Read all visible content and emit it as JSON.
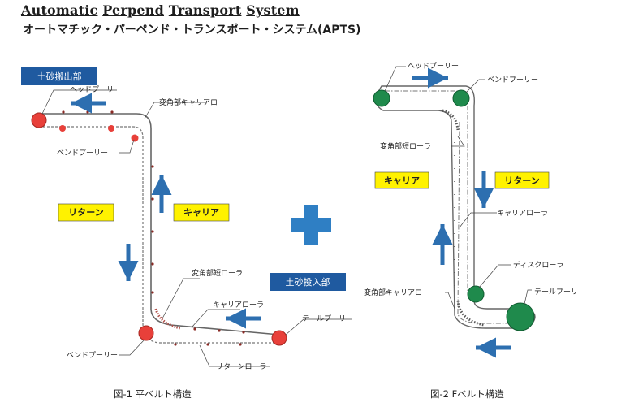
{
  "title": {
    "en_word1": "Automatic",
    "en_word2": "Perpend",
    "en_word3": "Transport",
    "en_word4": "System",
    "jp": "オートマチック・パーペンド・トランスポート・システム(APTS)"
  },
  "fig1": {
    "tag_discharge": "土砂搬出部",
    "tag_input": "土砂投入部",
    "head_pulley": "ヘッドプーリー",
    "turn_carrier_roller": "変角部キャリアロー",
    "bend_pulley_top": "ベンドプーリー",
    "return_box": "リターン",
    "carrier_box": "キャリア",
    "turn_short_roller": "変角部短ローラ",
    "carrier_roller": "キャリアローラ",
    "tail_pulley": "テールプーリ",
    "bend_pulley_bottom": "ベンドプーリー",
    "return_roller": "リターンローラ",
    "caption": "図-1  平ベルト構造"
  },
  "fig2": {
    "head_pulley": "ヘッドプーリー",
    "bend_pulley": "ベンドプーリー",
    "turn_short_roller": "変角部短ローラ",
    "carrier_box": "キャリア",
    "return_box": "リターン",
    "carrier_roller": "キャリアローラ",
    "disc_roller": "ディスクローラ",
    "tail_pulley": "テールプーリ",
    "turn_carrier_roller": "変角部キャリアロー",
    "caption": "図-2  Fベルト構造"
  },
  "colors": {
    "red_pulley": "#e8403a",
    "green_pulley": "#1f8a4c",
    "arrow_blue": "#2d6fb0",
    "plus_blue": "#2f7fc4",
    "yellow_box": "#fff200",
    "tag_navy": "#1f5aa0"
  }
}
